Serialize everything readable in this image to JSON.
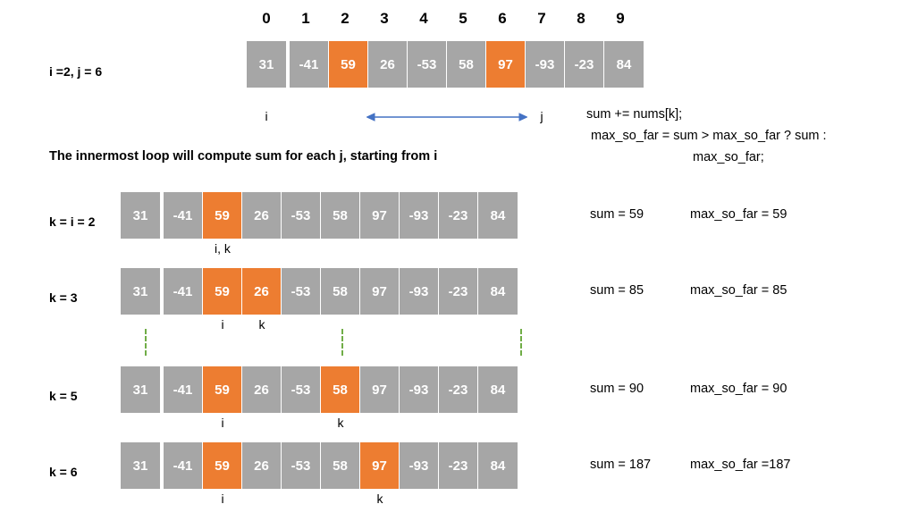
{
  "title": "Innermost loop sum computation",
  "colors": {
    "cell_default": "#a6a6a6",
    "cell_highlight": "#ed7d31",
    "cell_text": "#ffffff",
    "arrow": "#4472c4",
    "dash": "#70ad47",
    "text": "#000000"
  },
  "indices": [
    "0",
    "1",
    "2",
    "3",
    "4",
    "5",
    "6",
    "7",
    "8",
    "9"
  ],
  "values": [
    "31",
    "-41",
    "59",
    "26",
    "-53",
    "58",
    "97",
    "-93",
    "-23",
    "84"
  ],
  "top": {
    "label": "i =2, j = 6",
    "highlighted": [
      2,
      6
    ],
    "marker_i": "i",
    "marker_j": "j",
    "arrow_icon": "double-headed-arrow-icon"
  },
  "caption": "The innermost loop will compute sum for each j, starting from i",
  "code": {
    "line1": "sum += nums[k];",
    "line2": "max_so_far = sum > max_so_far ? sum :",
    "line3": "max_so_far;"
  },
  "steps": [
    {
      "label": "k = i = 2",
      "highlighted": [
        2
      ],
      "markers": [
        {
          "index": 2,
          "text": "i, k"
        }
      ],
      "sum": "sum = 59",
      "max_so_far": "max_so_far = 59"
    },
    {
      "label": "k = 3",
      "highlighted": [
        2,
        3
      ],
      "markers": [
        {
          "index": 2,
          "text": "i"
        },
        {
          "index": 3,
          "text": "k"
        }
      ],
      "sum": "sum = 85",
      "max_so_far": "max_so_far = 85"
    },
    {
      "label": "k = 5",
      "highlighted": [
        2,
        5
      ],
      "markers": [
        {
          "index": 2,
          "text": "i"
        },
        {
          "index": 5,
          "text": "k"
        }
      ],
      "sum": "sum = 90",
      "max_so_far": "max_so_far = 90"
    },
    {
      "label": "k = 6",
      "highlighted": [
        2,
        6
      ],
      "markers": [
        {
          "index": 2,
          "text": "i"
        },
        {
          "index": 6,
          "text": "k"
        }
      ],
      "sum": "sum = 187",
      "max_so_far": "max_so_far =187"
    }
  ],
  "ellipsis_dashes": [
    162,
    382,
    582
  ]
}
